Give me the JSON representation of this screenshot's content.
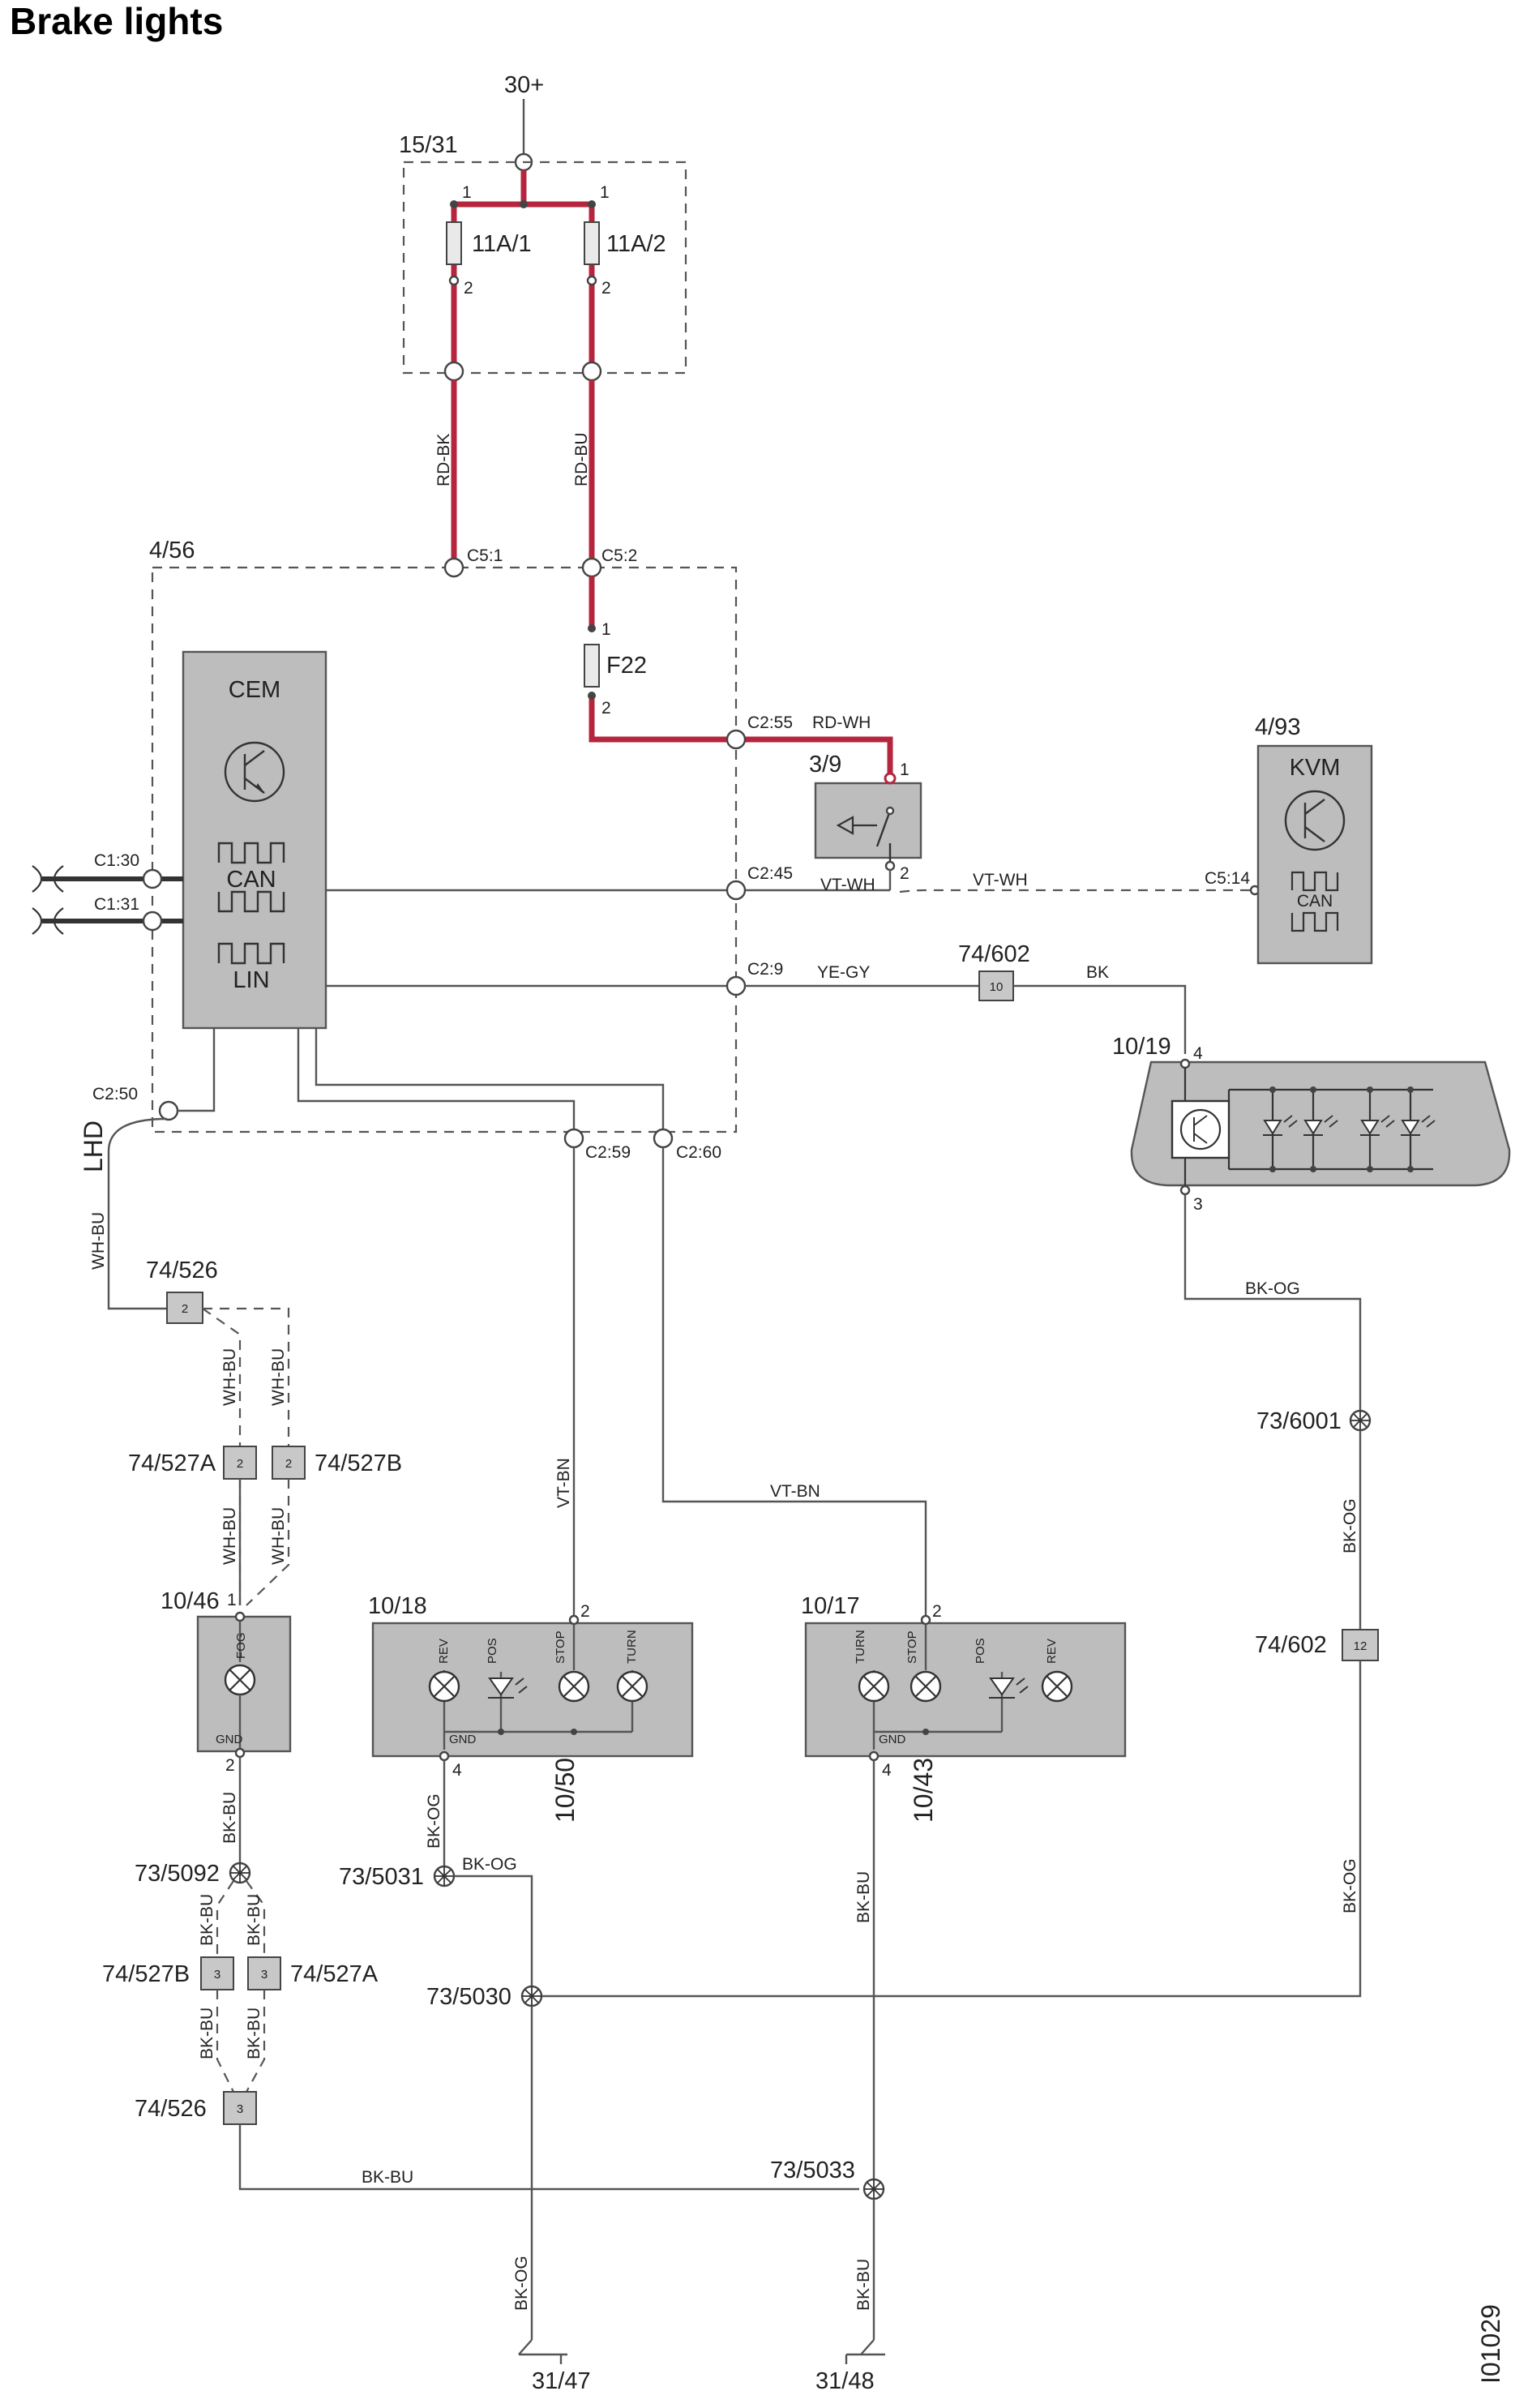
{
  "title": "Brake lights",
  "figure_id": "I01029",
  "supply": "30+",
  "fuse_box": {
    "id": "15/31",
    "fuse1": "11A/1",
    "fuse2": "11A/2"
  },
  "wires": {
    "rd_bk": "RD-BK",
    "rd_bu": "RD-BU",
    "rd_wh": "RD-WH",
    "vt_wh": "VT-WH",
    "ye_gy": "YE-GY",
    "bk": "BK",
    "wh_bu": "WH-BU",
    "vt_bn": "VT-BN",
    "bk_og": "BK-OG",
    "bk_bu": "BK-BU"
  },
  "cem": {
    "id": "4/56",
    "name": "CEM",
    "can": "CAN",
    "lin": "LIN",
    "fuse": "F22",
    "pins": {
      "c5_1": "C5:1",
      "c5_2": "C5:2",
      "c2_55": "C2:55",
      "c2_45": "C2:45",
      "c2_9": "C2:9",
      "c1_30": "C1:30",
      "c1_31": "C1:31",
      "c2_50": "C2:50",
      "c2_59": "C2:59",
      "c2_60": "C2:60"
    }
  },
  "switch": {
    "id": "3/9"
  },
  "kvm": {
    "id": "4/93",
    "name": "KVM",
    "can": "CAN",
    "pin": "C5:14"
  },
  "high_stop": {
    "id": "10/19",
    "connector": "74/602",
    "conn_pin": "10"
  },
  "lhd": "LHD",
  "connectors": {
    "c526": "74/526",
    "c527a": "74/527A",
    "c527b": "74/527B",
    "c602": "74/602",
    "pin2": "2",
    "pin3": "3",
    "pin12": "12"
  },
  "rear_fog": {
    "id": "10/46",
    "fog": "FOG",
    "gnd": "GND"
  },
  "lamp_left": {
    "id": "10/18",
    "alt": "10/50",
    "rev": "REV",
    "pos": "POS",
    "stop": "STOP",
    "turn": "TURN",
    "gnd": "GND"
  },
  "lamp_right": {
    "id": "10/17",
    "alt": "10/43",
    "rev": "REV",
    "pos": "POS",
    "stop": "STOP",
    "turn": "TURN",
    "gnd": "GND"
  },
  "splices": {
    "s6001": "73/6001",
    "s5092": "73/5092",
    "s5031": "73/5031",
    "s5030": "73/5030",
    "s5033": "73/5033"
  },
  "grounds": {
    "g47": "31/47",
    "g48": "31/48"
  },
  "pins": {
    "p1": "1",
    "p2": "2",
    "p3": "3",
    "p4": "4"
  }
}
